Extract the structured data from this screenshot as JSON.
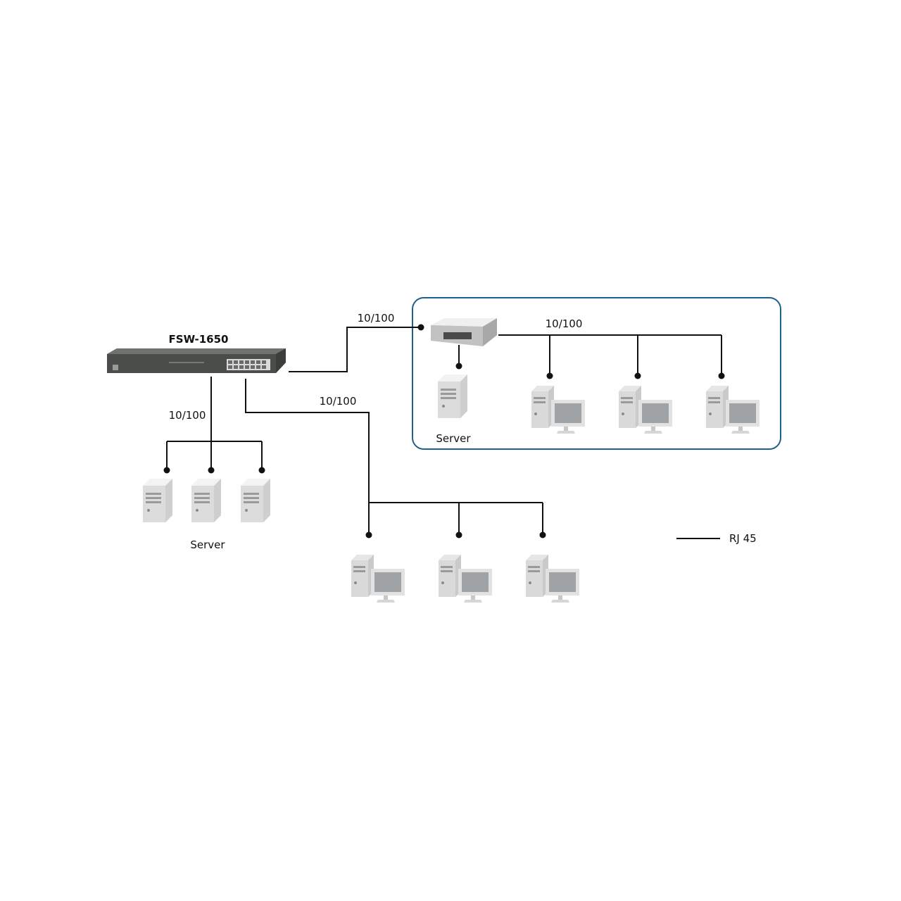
{
  "diagram": {
    "switch_label": "FSW-1650",
    "link_labels": [
      "10/100",
      "10/100",
      "10/100",
      "10/100"
    ],
    "server_labels": [
      "Server",
      "Server"
    ],
    "legend_label": "RJ 45",
    "colors": {
      "group_border": "#1f5f8b",
      "wire": "#111111",
      "device_light": "#e6e6e6",
      "device_mid": "#c4c4c4",
      "switch_body": "#4a4d4a",
      "screen": "#9fa3a6"
    }
  }
}
